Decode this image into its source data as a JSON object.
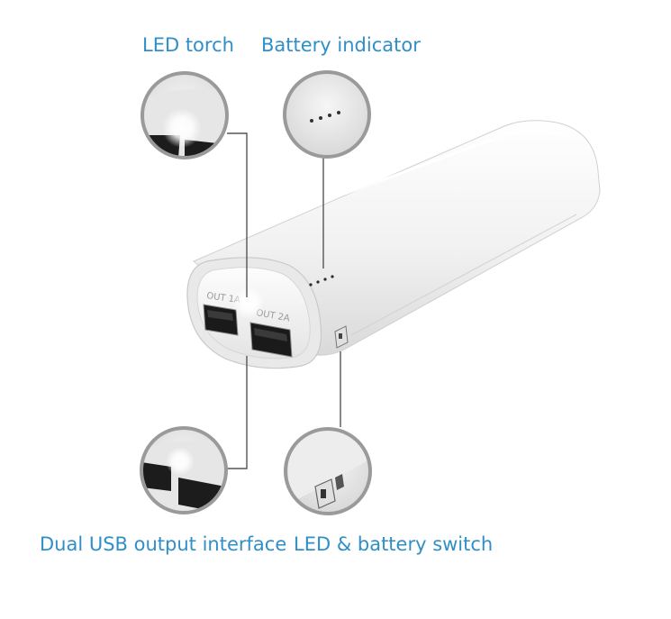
{
  "labels": {
    "led_torch": "LED torch",
    "battery_indicator": "Battery indicator",
    "dual_usb": "Dual USB output interface",
    "switch": "LED & battery switch"
  },
  "ports": {
    "left": "OUT 1A",
    "right": "OUT 2A"
  },
  "colors": {
    "label_blue": "#2f8fc6",
    "leader_line": "#555555",
    "body_white": "#f4f4f4",
    "port_black": "#1a1a1a"
  }
}
